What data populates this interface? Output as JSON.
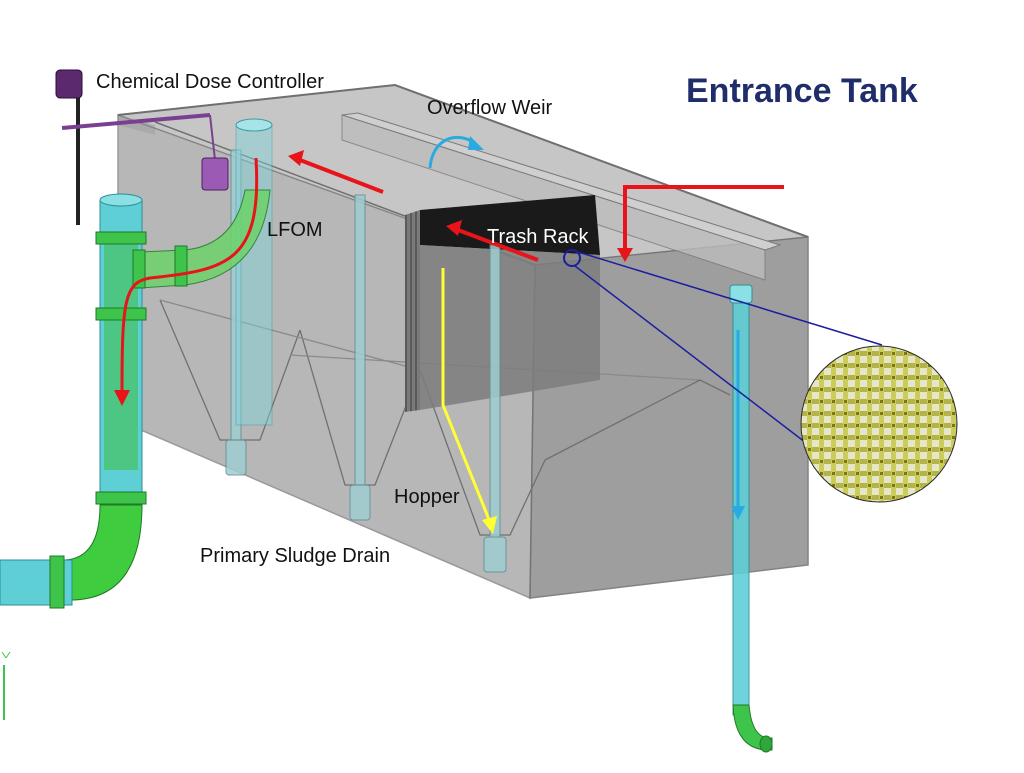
{
  "title": "Entrance Tank",
  "labels": {
    "chemical_dose_controller": "Chemical Dose Controller",
    "overflow_weir": "Overflow Weir",
    "lfom": "LFOM",
    "trash_rack": "Trash Rack",
    "hopper": "Hopper",
    "primary_sludge_drain": "Primary Sludge Drain"
  },
  "colors": {
    "title": "#1f2d6b",
    "tank": "#9a9a9a",
    "pipe": "#4fc4cc",
    "pipe_fitting": "#3fbf3f",
    "flow_red": "#e8141a",
    "flow_blue": "#29abe2",
    "flow_yellow": "#ffff33",
    "callout": "#1b1f9e",
    "mesh": "#d8d878"
  }
}
